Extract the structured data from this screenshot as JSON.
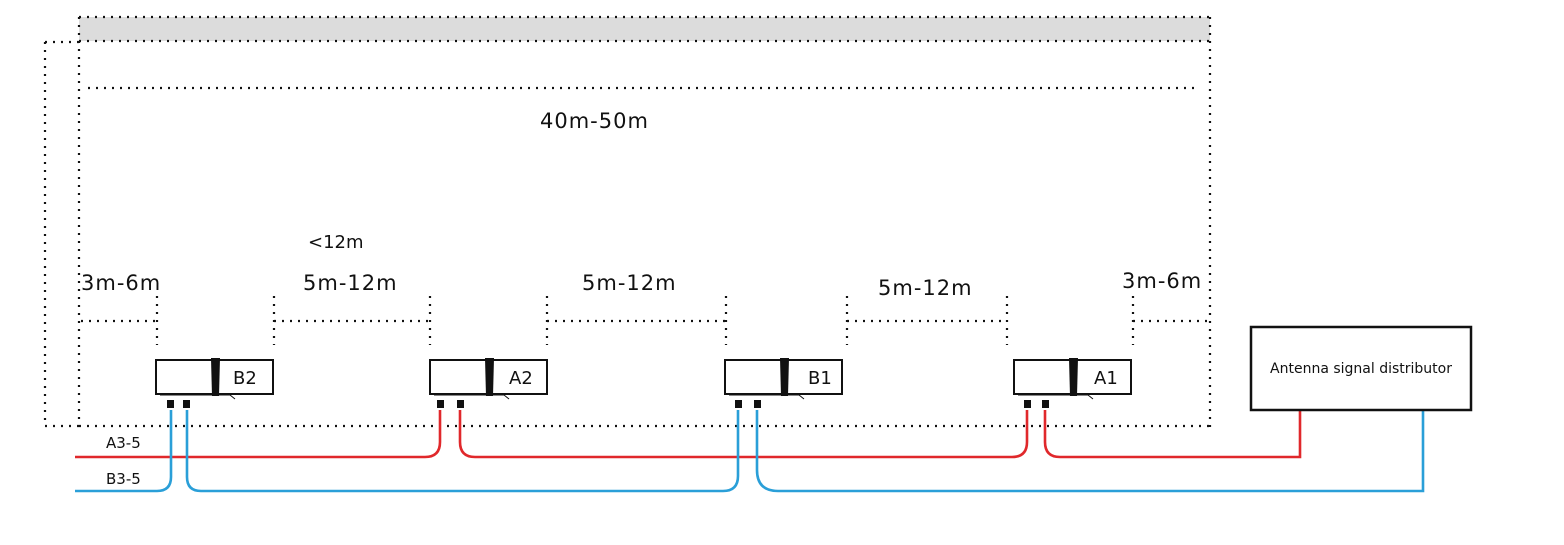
{
  "distributor": {
    "label": "Antenna signal distributor"
  },
  "dimensions": {
    "overall": "40m-50m",
    "max": "<12m",
    "left_edge": "3m-6m",
    "gap_b2_a2": "5m-12m",
    "gap_a2_b1": "5m-12m",
    "gap_b1_a1": "5m-12m",
    "right_edge": "3m-6m"
  },
  "antennas": [
    {
      "label": "B2"
    },
    {
      "label": "A2"
    },
    {
      "label": "B1"
    },
    {
      "label": "A1"
    }
  ],
  "lines": {
    "a_label": "A3-5",
    "b_label": "B3-5",
    "a_color": "#e0282b",
    "b_color": "#2a9fd8"
  }
}
